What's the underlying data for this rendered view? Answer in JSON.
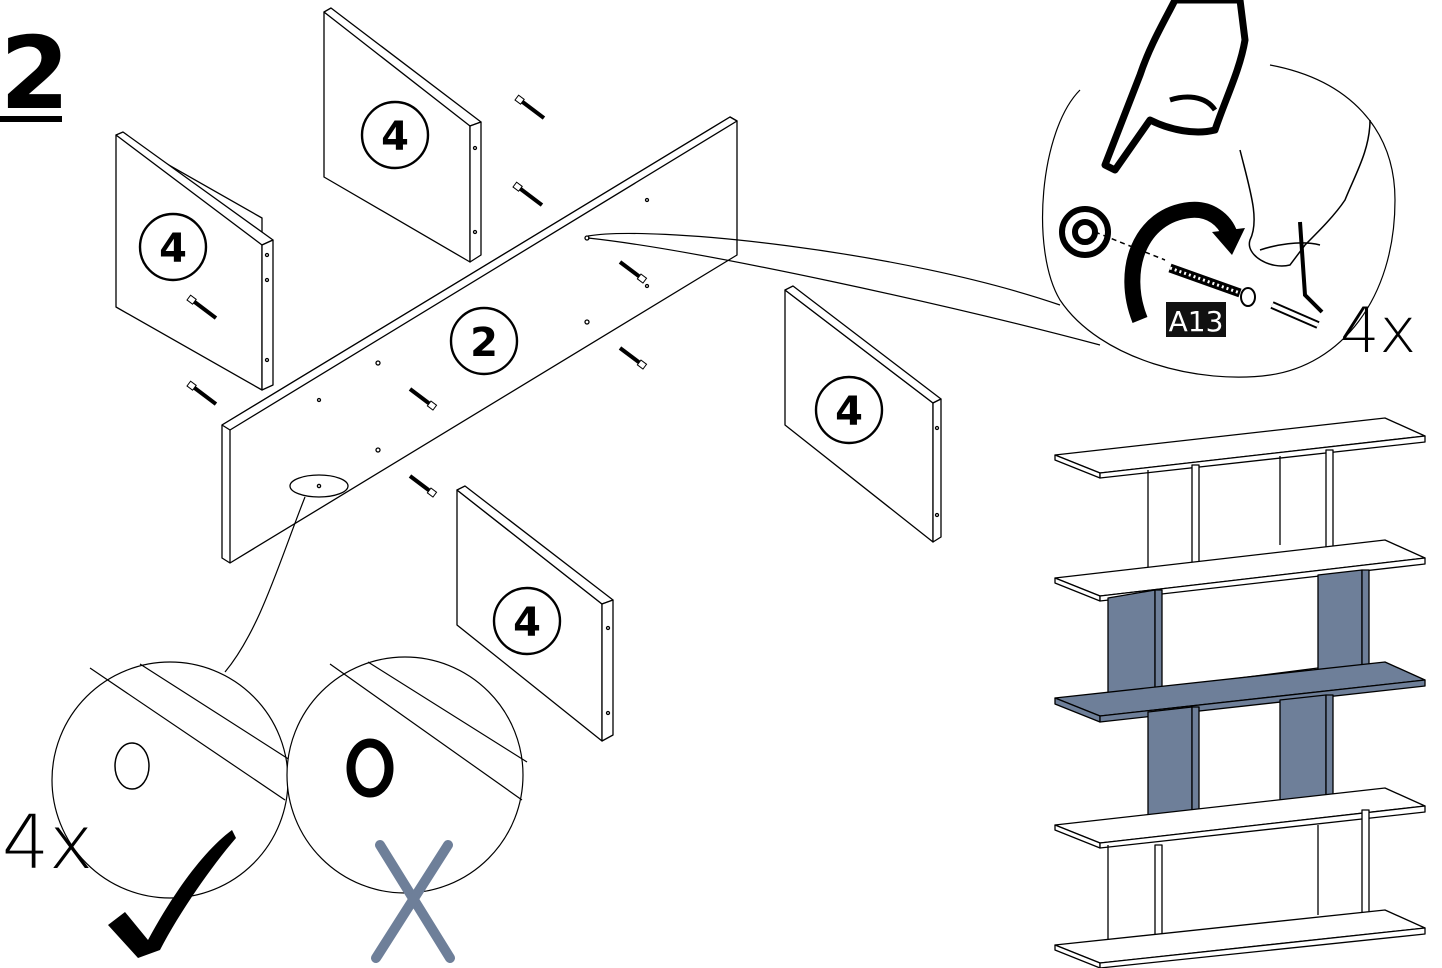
{
  "step": {
    "number": "2"
  },
  "panels": {
    "center_part_label": "2",
    "side_part_label": "4"
  },
  "detail_screw": {
    "part_code": "A13",
    "quantity": "4x"
  },
  "detail_holes": {
    "quantity": "4x",
    "correct_mark": "check-icon",
    "wrong_mark": "cross-icon"
  },
  "colors": {
    "line": "#000000",
    "highlight_panel": "#6e7f99",
    "cross": "#6e7f99"
  }
}
